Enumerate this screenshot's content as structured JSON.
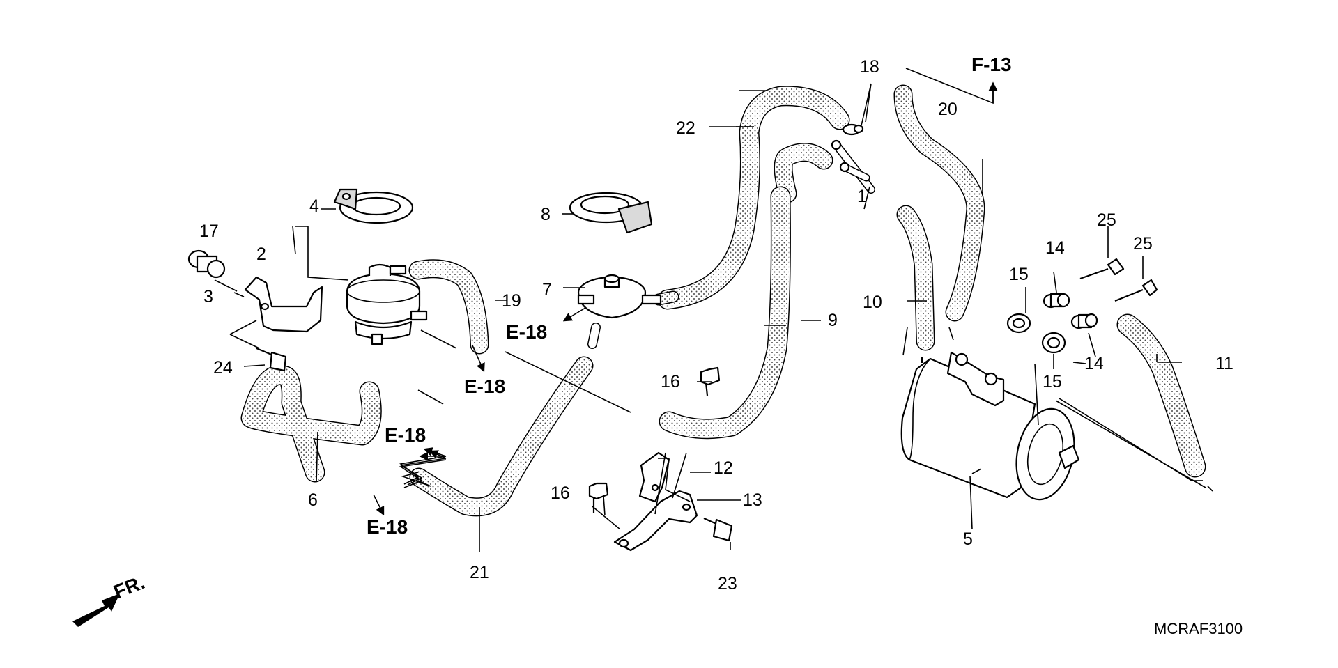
{
  "diagram": {
    "callouts": [
      {
        "id": "c1",
        "label": "1"
      },
      {
        "id": "c2",
        "label": "2"
      },
      {
        "id": "c3",
        "label": "3"
      },
      {
        "id": "c4",
        "label": "4"
      },
      {
        "id": "c5",
        "label": "5"
      },
      {
        "id": "c6",
        "label": "6"
      },
      {
        "id": "c7",
        "label": "7"
      },
      {
        "id": "c8",
        "label": "8"
      },
      {
        "id": "c9",
        "label": "9"
      },
      {
        "id": "c10",
        "label": "10"
      },
      {
        "id": "c11",
        "label": "11"
      },
      {
        "id": "c12",
        "label": "12"
      },
      {
        "id": "c13",
        "label": "13"
      },
      {
        "id": "c14a",
        "label": "14"
      },
      {
        "id": "c14b",
        "label": "14"
      },
      {
        "id": "c15a",
        "label": "15"
      },
      {
        "id": "c15b",
        "label": "15"
      },
      {
        "id": "c16a",
        "label": "16"
      },
      {
        "id": "c16b",
        "label": "16"
      },
      {
        "id": "c17",
        "label": "17"
      },
      {
        "id": "c18",
        "label": "18"
      },
      {
        "id": "c19",
        "label": "19"
      },
      {
        "id": "c20",
        "label": "20"
      },
      {
        "id": "c21",
        "label": "21"
      },
      {
        "id": "c22",
        "label": "22"
      },
      {
        "id": "c23",
        "label": "23"
      },
      {
        "id": "c24",
        "label": "24"
      },
      {
        "id": "c25a",
        "label": "25"
      },
      {
        "id": "c25b",
        "label": "25"
      }
    ],
    "references": [
      {
        "id": "r1",
        "label": "E-18"
      },
      {
        "id": "r2",
        "label": "E-18"
      },
      {
        "id": "r3",
        "label": "E-18"
      },
      {
        "id": "r4",
        "label": "E-18"
      },
      {
        "id": "r5",
        "label": "F-13"
      }
    ],
    "front_indicator": "FR.",
    "diagram_code": "MCRAF3100",
    "colors": {
      "ink": "#000000",
      "background": "#ffffff",
      "hose_dots": "#4a4a4a"
    }
  }
}
